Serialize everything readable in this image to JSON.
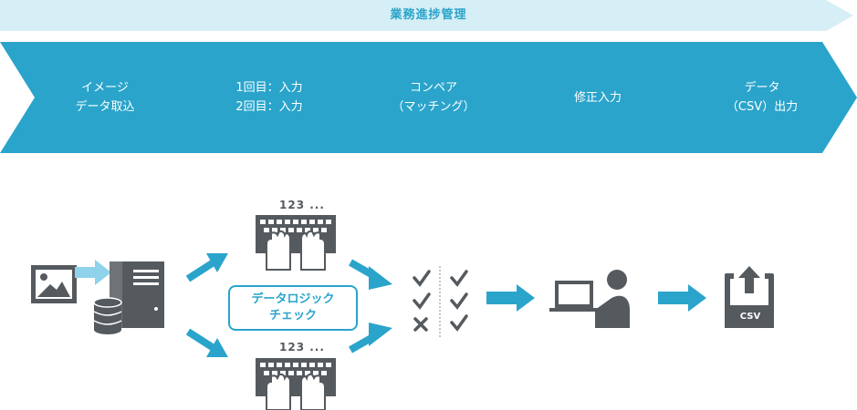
{
  "header": {
    "title": "業務進捗管理"
  },
  "stages": [
    {
      "line1": "イメージ",
      "line2": "データ取込"
    },
    {
      "line1": "1回目：入力",
      "line2": "2回目：入力"
    },
    {
      "line1": "コンペア",
      "line2": "（マッチング）"
    },
    {
      "line1": "修正入力",
      "line2": ""
    },
    {
      "line1": "データ",
      "line2": "（CSV）出力"
    }
  ],
  "diagram": {
    "logic_check": {
      "line1": "データロジック",
      "line2": "チェック"
    },
    "keyboard_hint": "123 ...",
    "csv_label": "CSV"
  },
  "colors": {
    "accent": "#2aa4cb",
    "banner": "#d6eef5",
    "icon_gray": "#555a5f",
    "arrow_light": "#8fd3ea"
  }
}
